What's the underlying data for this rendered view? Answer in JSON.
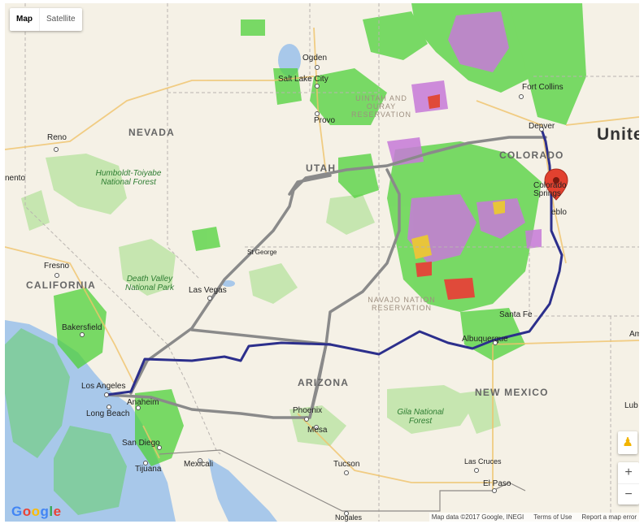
{
  "map_type": {
    "map_label": "Map",
    "satellite_label": "Satellite",
    "selected": "Map"
  },
  "controls": {
    "zoom_in": "+",
    "zoom_out": "−",
    "pegman_icon": "person-icon"
  },
  "attribution": {
    "logo": "Google",
    "map_data": "Map data ©2017 Google, INEGI",
    "terms": "Terms of Use",
    "report": "Report a map error"
  },
  "labels": {
    "states": {
      "nevada": "NEVADA",
      "utah": "UTAH",
      "colorado": "COLORADO",
      "california": "CALIFORNIA",
      "arizona": "ARIZONA",
      "new_mexico": "NEW MEXICO"
    },
    "country": "Unite",
    "cities": {
      "ogden": "Ogden",
      "salt_lake_city": "Salt Lake City",
      "provo": "Provo",
      "fort_collins": "Fort Collins",
      "denver": "Denver",
      "reno": "Reno",
      "sacramento": "nento",
      "colorado_springs": "Colorado Springs",
      "pueblo": "eblo",
      "st_george": "St George",
      "fresno": "Fresno",
      "las_vegas": "Las Vegas",
      "bakersfield": "Bakersfield",
      "santa_fe": "Santa Fe",
      "albuquerque": "Albuquerque",
      "am": "Am",
      "los_angeles": "Los Angeles",
      "anaheim": "Anaheim",
      "long_beach": "Long Beach",
      "phoenix": "Phoenix",
      "mesa": "Mesa",
      "lub": "Lub",
      "san_diego": "San Diego",
      "tijuana": "Tijuana",
      "mexicali": "Mexicali",
      "tucson": "Tucson",
      "las_cruces": "Las Cruces",
      "el_paso": "El Paso",
      "nogales": "Nogales"
    },
    "parks": {
      "humboldt": "Humboldt-Toiyabe National Forest",
      "death_valley": "Death Valley National Park",
      "gila": "Gila National Forest"
    },
    "reservations": {
      "uintah": "UINTAH AND OURAY RESERVATION",
      "navajo": "NAVAJO NATION RESERVATION"
    }
  },
  "colors": {
    "route_primary": "#2c2f8c",
    "route_alternate": "#8a8a8a",
    "land": "#f5f1e6",
    "water": "#a8c8ea",
    "forest": "#c6e6b0",
    "radar_green": "#4fd13a",
    "radar_purple": "#c77ad9",
    "marker": "#e2412f"
  }
}
